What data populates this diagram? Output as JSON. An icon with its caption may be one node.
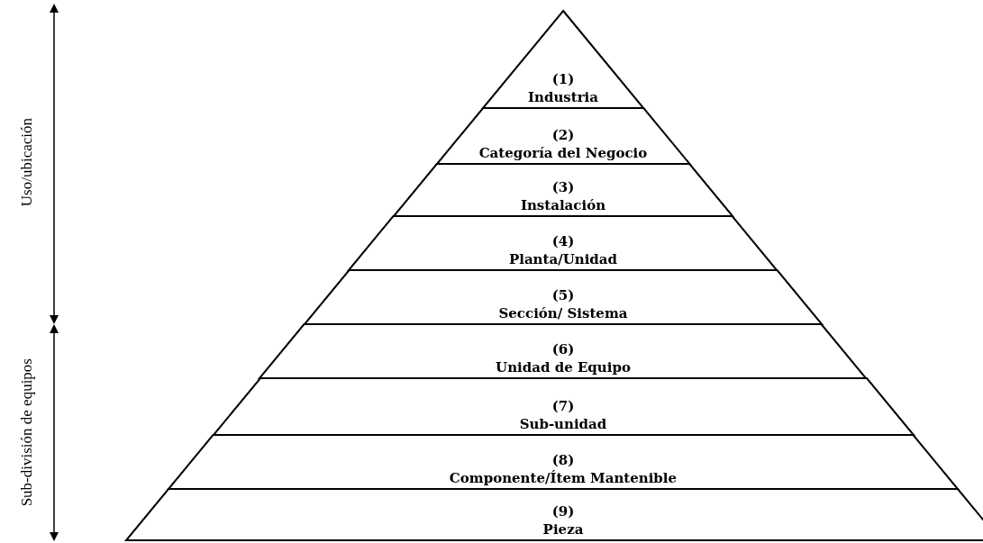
{
  "diagram": {
    "nodes": [
      {
        "text": [
          "(1)",
          "Industria"
        ]
      },
      {
        "text": [
          "(2)",
          "Categoría del Negocio"
        ]
      },
      {
        "text": [
          "(3)",
          "Instalación"
        ]
      },
      {
        "text": [
          "(4)",
          "Planta/Unidad"
        ]
      },
      {
        "text": [
          "(5)",
          "Sección/ Sistema"
        ]
      },
      {
        "text": [
          "(6)",
          "Unidad de Equipo"
        ]
      },
      {
        "text": [
          "(7)",
          "Sub-unidad"
        ]
      },
      {
        "text": [
          "(8)",
          "Componente/Ítem Mantenible"
        ]
      },
      {
        "text": [
          "(9)",
          "Pieza"
        ]
      }
    ],
    "edges": [],
    "labels": [
      "Uso/ubicación",
      "Sub-división de equipos"
    ]
  }
}
